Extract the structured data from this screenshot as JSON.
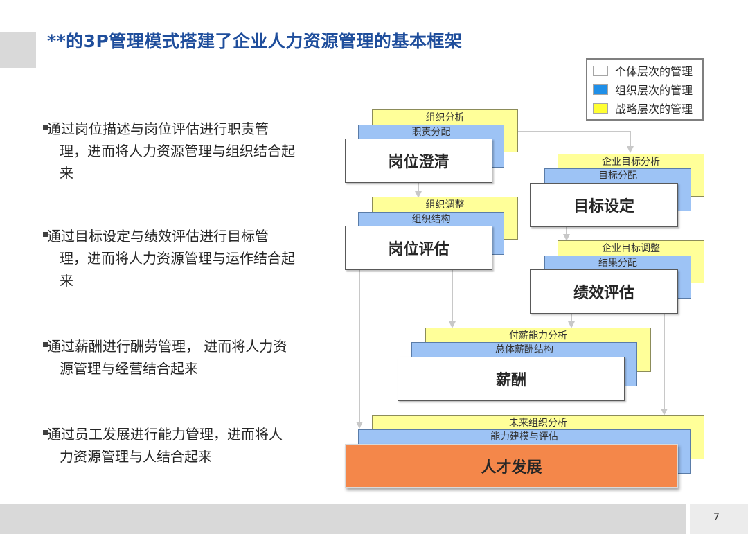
{
  "title": "**的3P管理模式搭建了企业人力资源管理的基本框架",
  "bullets": [
    "通过岗位描述与岗位评估进行职责管理，进而将人力资源管理与组织结合起来",
    "通过目标设定与绩效评估进行目标管理，进而将人力资源管理与运作结合起来",
    "通过薪酬进行酬劳管理， 进而将人力资源管理与经营结合起来",
    "通过员工发展进行能力管理，进而将人力资源管理与人结合起来"
  ],
  "legend": [
    {
      "label": "个体层次的管理",
      "color": "#ffffff"
    },
    {
      "label": "组织层次的管理",
      "color": "#1f8fe8"
    },
    {
      "label": "战略层次的管理",
      "color": "#ffff33"
    }
  ],
  "diagram": {
    "clarify": {
      "strategy": "组织分析",
      "org": "职责分配",
      "main": "岗位澄清"
    },
    "evaluate": {
      "strategy": "组织调整",
      "org": "组织结构",
      "main": "岗位评估"
    },
    "goal": {
      "strategy": "企业目标分析",
      "org": "目标分配",
      "main": "目标设定"
    },
    "perf": {
      "strategy": "企业目标调整",
      "org": "结果分配",
      "main": "绩效评估"
    },
    "pay": {
      "strategy": "付薪能力分析",
      "org": "总体薪酬结构",
      "main": "薪酬"
    },
    "talent": {
      "strategy": "未来组织分析",
      "org": "能力建模与评估",
      "main": "人才发展"
    }
  },
  "page_number": "7"
}
